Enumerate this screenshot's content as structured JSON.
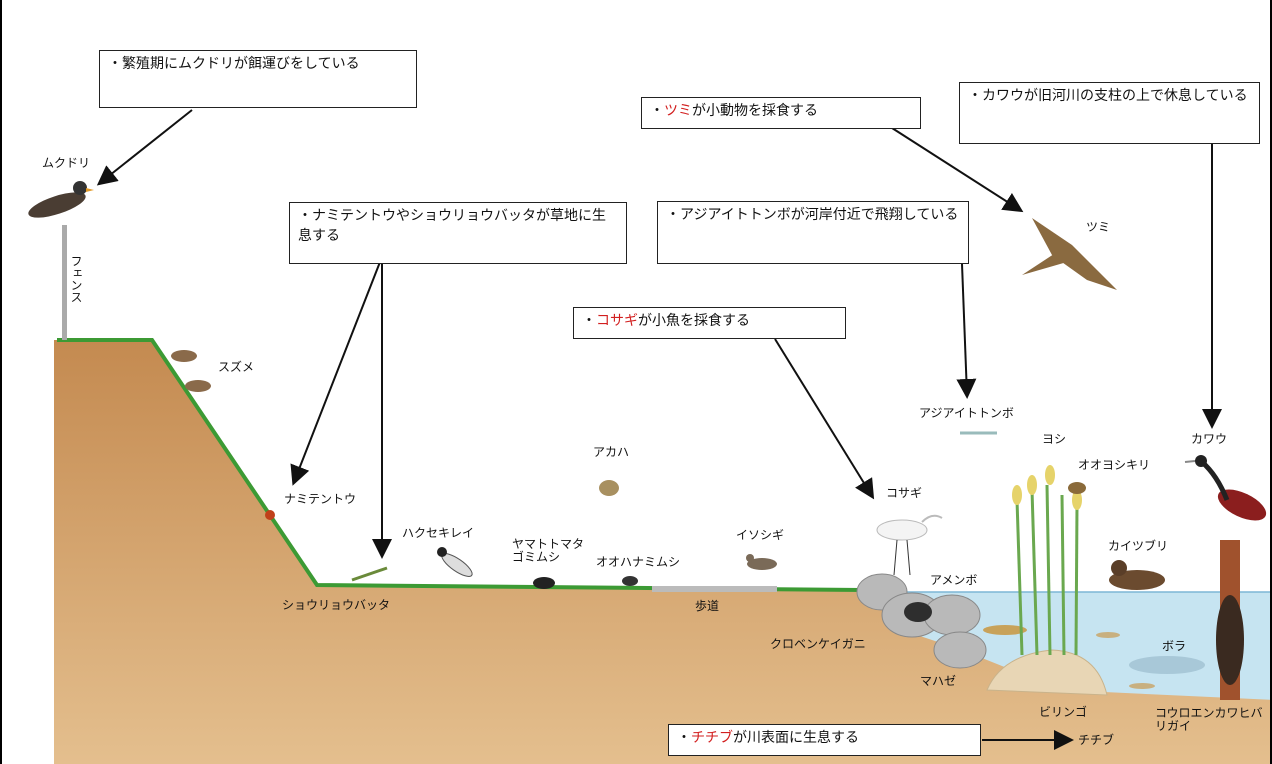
{
  "title": "",
  "callouts": {
    "mukudori": {
      "text": "・繁殖期にムクドリが餌運びをしている"
    },
    "tsumi": {
      "pre": "・",
      "hl": "ツミ",
      "post": "が小動物を採食する"
    },
    "kawau": {
      "text": "・カワウが旧河川の支柱の上で休息している"
    },
    "namitentou": {
      "text": "・ナミテントウやショウリョウバッタが草地に生息する"
    },
    "ajiaito": {
      "text": "・アジアイトトンボが河岸付近で飛翔している"
    },
    "kosagi": {
      "pre": "・",
      "hl": "コサギ",
      "post": "が小魚を採食する"
    },
    "chichibu": {
      "pre": "・",
      "hl": "チチブ",
      "post": "が川表面に生息する"
    }
  },
  "labels": {
    "mukudori": "ムクドリ",
    "fence": "フェンス",
    "suzume": "スズメ",
    "namitentou": "ナミテントウ",
    "shouryou": "ショウリョウバッタ",
    "hakusekirei": "ハクセキレイ",
    "yamato": "ヤマトトマタゴミムシ",
    "ohana": "オオハナミムシ",
    "akaha": "アカハ",
    "isoshigi": "イソシギ",
    "hodou": "歩道",
    "kosagi": "コサギ",
    "kurobenkei": "クロベンケイガニ",
    "mahaze": "マハゼ",
    "amenbo": "アメンボ",
    "ajiaito": "アジアイトトンボ",
    "yoshi": "ヨシ",
    "ooyoshikiri": "オオヨシキリ",
    "kaitsuburi": "カイツブリ",
    "kawau": "カワウ",
    "tsumi": "ツミ",
    "bora": "ボラ",
    "birinngo": "ビリンゴ",
    "chichibu": "チチブ",
    "kouroen": "コウロエンカワヒバリガイ"
  },
  "colors": {
    "soil": "#c9935a",
    "soil_light": "#dcb078",
    "grass": "#3c9a34",
    "water": "#bfe0ef",
    "highlight": "#d21f1f"
  }
}
